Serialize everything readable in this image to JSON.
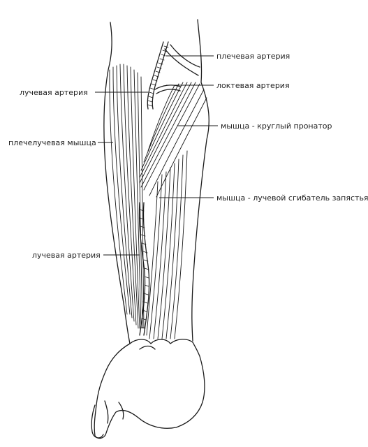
{
  "labels": {
    "brachial_artery": "плечевая артерия",
    "ulnar_artery": "локтевая артерия",
    "radial_artery_top": "лучевая артерия",
    "pronator_teres": "мышца - круглый пронатор",
    "brachioradialis": "плечелучевая мышца",
    "flexor_carpi_radialis": "мышца - лучевой сгибатель запястья",
    "radial_artery_bottom": "лучевая артерия"
  },
  "colors": {
    "ink": "#1a1a1a",
    "background": "#ffffff"
  }
}
